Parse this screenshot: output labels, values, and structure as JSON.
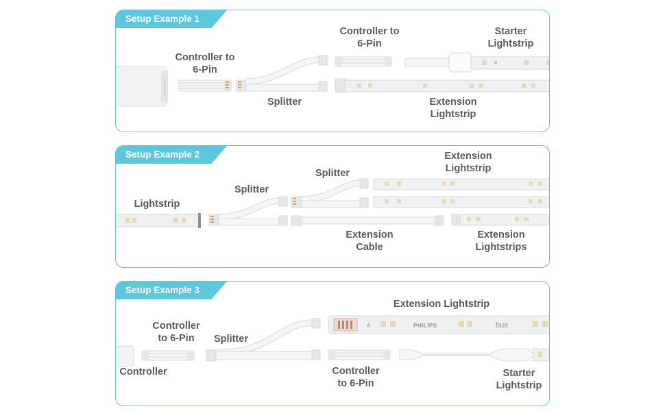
{
  "examples": [
    {
      "title": "Setup Example 1",
      "labels": {
        "controller_to_6pin_a": "Controller to\n6-Pin",
        "controller_to_6pin_b": "Controller to\n6-Pin",
        "starter_lightstrip": "Starter\nLightstrip",
        "splitter": "Splitter",
        "extension_lightstrip": "Extension\nLightstrip"
      }
    },
    {
      "title": "Setup Example 2",
      "labels": {
        "lightstrip": "Lightstrip",
        "splitter_a": "Splitter",
        "splitter_b": "Splitter",
        "extension_lightstrip": "Extension\nLightstrip",
        "extension_cable": "Extension\nCable",
        "extension_lightstrips": "Extension\nLightstrips"
      }
    },
    {
      "title": "Setup Example 3",
      "labels": {
        "extension_lightstrip": "Extension Lightstrip",
        "controller_to_6pin_a": "Controller\nto 6-Pin",
        "splitter": "Splitter",
        "controller": "Controller",
        "controller_to_6pin_b": "Controller\nto 6-Pin",
        "starter_lightstrip": "Starter\nLightstrip"
      },
      "strip_marks": {
        "brand": "PHILIPS",
        "model": "hue",
        "letter": "A"
      }
    }
  ],
  "colors": {
    "accent": "#5cc7df",
    "label": "#555b60",
    "strip": "#eef0f1",
    "led": "#e9d9b3"
  }
}
